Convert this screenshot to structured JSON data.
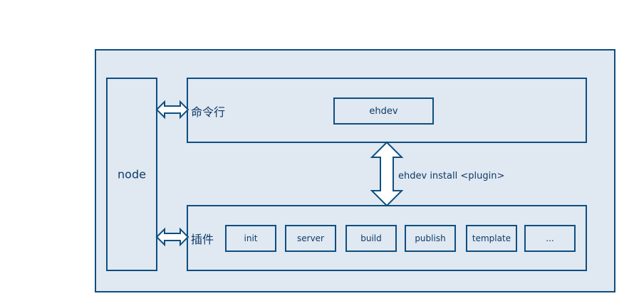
{
  "diagram": {
    "node": {
      "label": "node"
    },
    "command_line": {
      "label": "命令行",
      "tool": "ehdev"
    },
    "install_arrow": {
      "label": "ehdev install <plugin>"
    },
    "plugins": {
      "label": "插件",
      "items": [
        {
          "label": "init"
        },
        {
          "label": "server"
        },
        {
          "label": "build"
        },
        {
          "label": "publish"
        },
        {
          "label": "template"
        },
        {
          "label": "..."
        }
      ]
    },
    "colors": {
      "stroke": "#0e4f7f",
      "fill": "#e0e8f2",
      "text": "#0d3b66"
    }
  }
}
